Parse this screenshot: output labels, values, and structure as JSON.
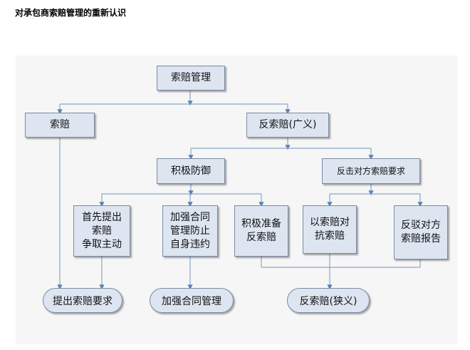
{
  "title": "对承包商索赔管理的重新认识",
  "nodes": {
    "root": "索赔管理",
    "claim": "索赔",
    "counter_claim_broad": "反索赔(广义)",
    "active_defense": "积极防御",
    "counter_request": "反击对方索赔要求",
    "first_claim": "首先提出\n索赔\n争取主动",
    "contract_mgmt": "加强合同\n管理防止\n自身违约",
    "prepare_counter": "积极准备\n反索赔",
    "claim_vs_claim": "以索赔对\n抗索赔",
    "rebut_report": "反驳对方\n索赔报告",
    "submit_claim": "提出索赔要求",
    "strengthen_contract": "加强合同管理",
    "counter_claim_narrow": "反索赔(狭义)"
  }
}
